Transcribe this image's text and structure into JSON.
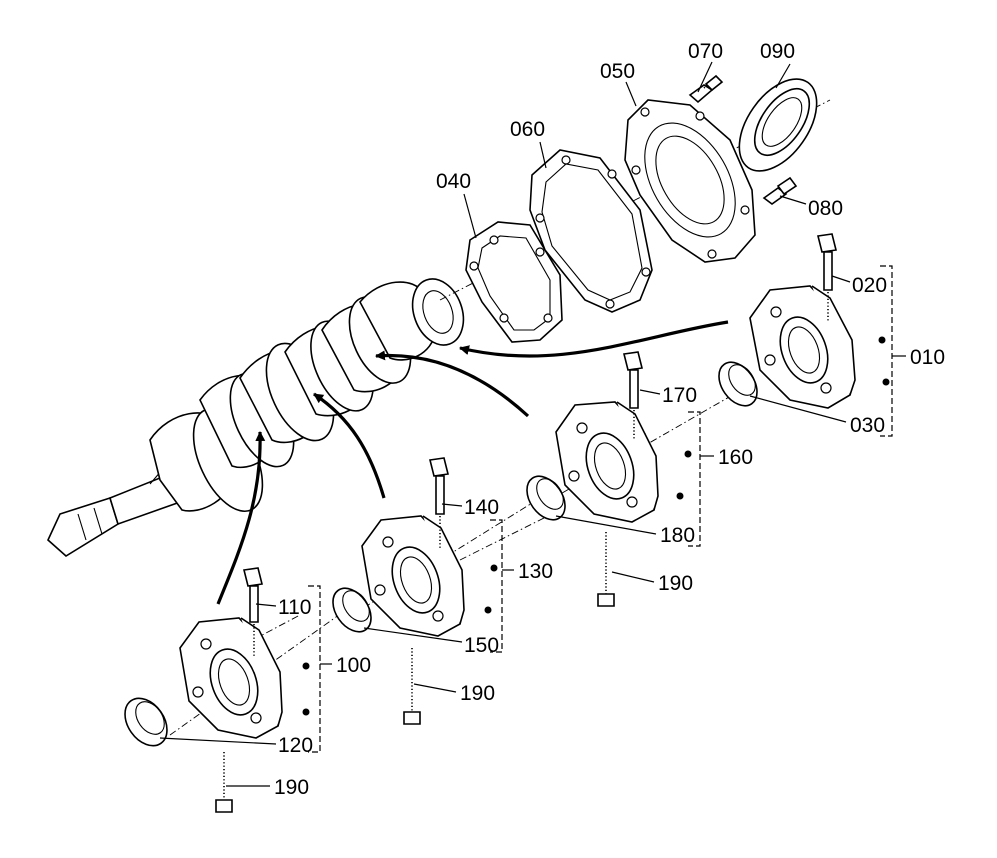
{
  "diagram": {
    "labels": {
      "p010": "010",
      "p020": "020",
      "p030": "030",
      "p040": "040",
      "p050": "050",
      "p060": "060",
      "p070": "070",
      "p080": "080",
      "p090": "090",
      "p100": "100",
      "p110": "110",
      "p120": "120",
      "p130": "130",
      "p140": "140",
      "p150": "150",
      "p160": "160",
      "p170": "170",
      "p180": "180",
      "p190a": "190",
      "p190b": "190",
      "p190c": "190"
    }
  }
}
